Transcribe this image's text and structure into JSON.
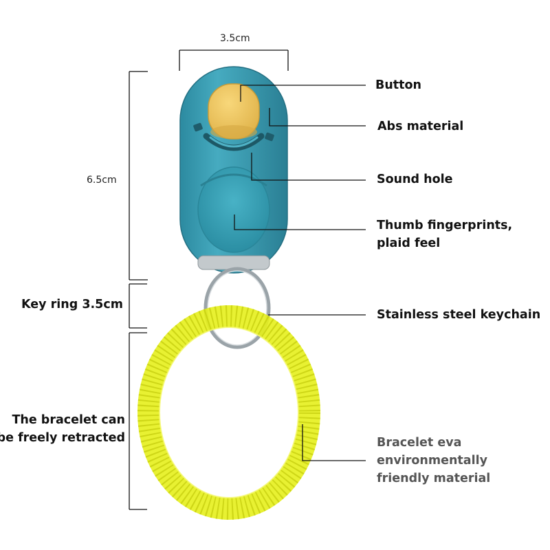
{
  "dimensions": {
    "width_label": "3.5cm",
    "height_label": "6.5cm",
    "key_ring_label": "Key ring 3.5cm"
  },
  "callouts": {
    "button": "Button",
    "abs_material": "Abs material",
    "sound_hole": "Sound hole",
    "thumb_line1": "Thumb fingerprints,",
    "thumb_line2": "plaid feel",
    "keychain": "Stainless steel keychain",
    "bracelet_eva_line1": "Bracelet eva",
    "bracelet_eva_line2": "environmentally",
    "bracelet_eva_line3": "friendly material",
    "retract_line1": "The bracelet can",
    "retract_line2": "be freely retracted"
  },
  "colors": {
    "body": "#3a9bb0",
    "button": "#f2c75c",
    "bracelet": "#e6ef1c",
    "ring": "#9aa3a8",
    "line": "#111111",
    "grey_text": "#555555"
  },
  "icons": {
    "clicker": "clicker-device",
    "ring": "split-key-ring",
    "bracelet": "coil-wrist-bracelet"
  }
}
